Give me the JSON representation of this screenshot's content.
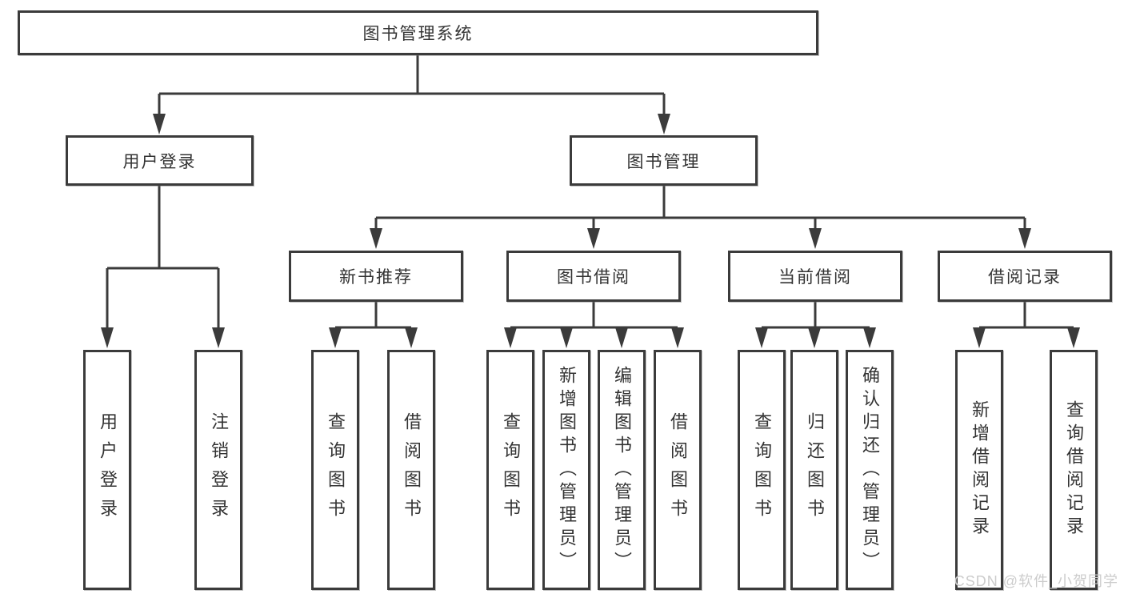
{
  "diagram": {
    "root": {
      "label": "图书管理系统"
    },
    "level2": [
      {
        "label": "用户登录"
      },
      {
        "label": "图书管理"
      }
    ],
    "level3": [
      {
        "label": "新书推荐"
      },
      {
        "label": "图书借阅"
      },
      {
        "label": "当前借阅"
      },
      {
        "label": "借阅记录"
      }
    ],
    "leaves": [
      {
        "label": "用户登录"
      },
      {
        "label": "注销登录"
      },
      {
        "label": "查询图书"
      },
      {
        "label": "借阅图书"
      },
      {
        "label": "查询图书"
      },
      {
        "label": "新增图书（管理员）"
      },
      {
        "label": "编辑图书（管理员）"
      },
      {
        "label": "借阅图书"
      },
      {
        "label": "查询图书"
      },
      {
        "label": "归还图书"
      },
      {
        "label": "确认归还（管理员）"
      },
      {
        "label": "新增借阅记录"
      },
      {
        "label": "查询借阅记录"
      }
    ],
    "watermark": "CSDN @软件_小贺同学",
    "colors": {
      "line": "#3b3b3b",
      "box_border": "#3b3b3b",
      "box_fill": "#ffffff",
      "text": "#333333",
      "watermark": "#cccccc"
    }
  }
}
